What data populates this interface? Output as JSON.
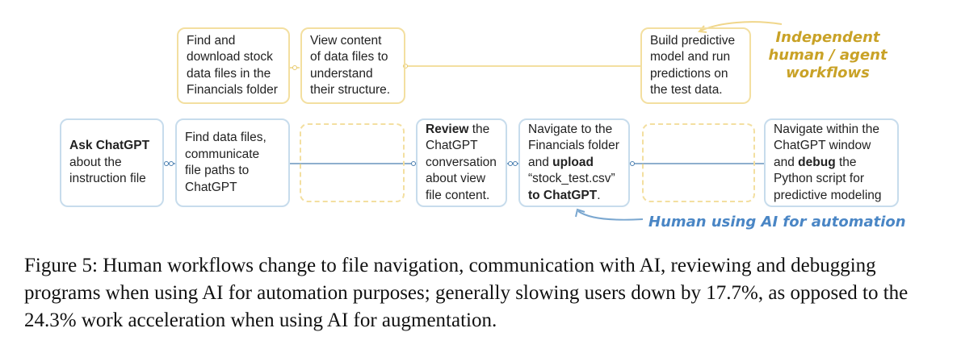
{
  "top_row": [
    "Find and\ndownload stock\ndata files in the\nFinancials folder",
    "View content\nof data files to\nunderstand\ntheir structure.",
    "Build predictive\nmodel and run\npredictions on\nthe test data."
  ],
  "bottom_row": [
    [
      {
        "t": "Ask ChatGPT",
        "b": true
      },
      {
        "t": "\nabout the\ninstruction file",
        "b": false
      }
    ],
    [
      {
        "t": "Find data files,\ncommunicate\nfile paths to\nChatGPT",
        "b": false
      }
    ],
    [
      {
        "t": "Review",
        "b": true
      },
      {
        "t": " the\nChatGPT\nconversation\nabout view\nfile content.",
        "b": false
      }
    ],
    [
      {
        "t": "Navigate to the\nFinancials folder\nand ",
        "b": false
      },
      {
        "t": "upload",
        "b": true
      },
      {
        "t": "\n“stock_test.csv”\n",
        "b": false
      },
      {
        "t": "to ChatGPT",
        "b": true
      },
      {
        "t": ".",
        "b": false
      }
    ],
    [
      {
        "t": "Navigate within the\nChatGPT window\nand ",
        "b": false
      },
      {
        "t": "debug",
        "b": true
      },
      {
        "t": " the\nPython script for\npredictive modeling",
        "b": false
      }
    ]
  ],
  "labels": {
    "independent": "Independent\nhuman / agent\nworkflows",
    "automation": "Human using AI for automation"
  },
  "caption": "Figure 5: Human workflows change to file navigation, communication with AI, reviewing and debugging programs when using AI for automation purposes; generally slowing users down by 17.7%, as opposed to the 24.3% work acceleration when using AI for augmentation.",
  "colors": {
    "yellow_border": "#f3dfa0",
    "blue_border": "#c7dcec",
    "independent_label": "#c9a227",
    "automation_label": "#4a86c5",
    "connector": "#4a7fb0"
  }
}
